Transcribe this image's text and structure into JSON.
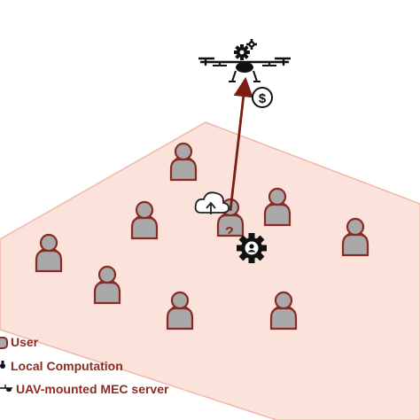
{
  "colors": {
    "ground_fill": "#fbe3db",
    "ground_stroke": "#f0b8a8",
    "user_fill": "#a9a9a9",
    "user_stroke": "#8a2a24",
    "link": "#7a1e14",
    "legend_text": "#8e2a22",
    "ink": "#111111"
  },
  "diagram": {
    "uav_icon": "drone-icon",
    "payment_icon": "dollar-coin-icon",
    "upload_icon": "cloud-upload-icon",
    "compute_icon": "gear-user-icon",
    "query_mark": "?",
    "payment_symbol": "$"
  },
  "legend": {
    "user": "User",
    "local": "Local Computation",
    "uav": "UAV-mounted MEC server"
  }
}
